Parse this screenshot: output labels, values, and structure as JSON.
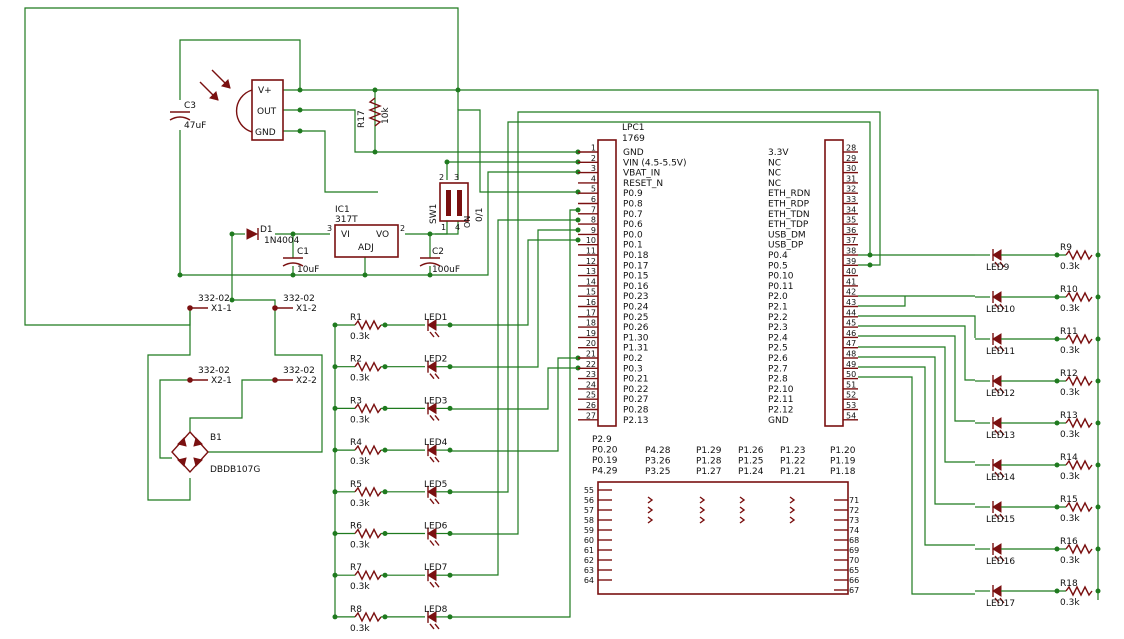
{
  "components": {
    "c3": {
      "name": "C3",
      "value": "47uF"
    },
    "r17": {
      "name": "R17",
      "value": "10k"
    },
    "sensor": {
      "pins": [
        "V+",
        "OUT",
        "GND"
      ]
    },
    "sw1": {
      "name": "SW1",
      "on_label": "ON",
      "label_01": "0/1",
      "pin_labels": [
        "2",
        "3",
        "1",
        "4"
      ]
    },
    "d1": {
      "name": "D1",
      "value": "1N4004"
    },
    "ic1": {
      "name": "IC1",
      "value": "317T",
      "pins": [
        "VI",
        "ADJ",
        "VO"
      ],
      "pin_numbers": [
        "3",
        "2"
      ]
    },
    "c1": {
      "name": "C1",
      "value": "10uF"
    },
    "c2": {
      "name": "C2",
      "value": "100uF"
    },
    "x1": {
      "left_part": "332-02",
      "left_name": "X1-1",
      "right_part": "332-02",
      "right_name": "X1-2"
    },
    "x2": {
      "left_part": "332-02",
      "left_name": "X2-1",
      "right_part": "332-02",
      "right_name": "X2-2"
    },
    "b1": {
      "name": "B1",
      "value": "DBDB107G"
    },
    "lpc": {
      "name": "LPC1",
      "model": "1769",
      "left_pins": [
        {
          "n": "1",
          "label": "GND"
        },
        {
          "n": "2",
          "label": "VIN (4.5-5.5V)"
        },
        {
          "n": "3",
          "label": "VBAT_IN"
        },
        {
          "n": "4",
          "label": "RESET_N"
        },
        {
          "n": "5",
          "label": "P0.9"
        },
        {
          "n": "6",
          "label": "P0.8"
        },
        {
          "n": "7",
          "label": "P0.7"
        },
        {
          "n": "8",
          "label": "P0.6"
        },
        {
          "n": "9",
          "label": "P0.0"
        },
        {
          "n": "10",
          "label": "P0.1"
        },
        {
          "n": "11",
          "label": "P0.18"
        },
        {
          "n": "12",
          "label": "P0.17"
        },
        {
          "n": "13",
          "label": "P0.15"
        },
        {
          "n": "14",
          "label": "P0.16"
        },
        {
          "n": "15",
          "label": "P0.23"
        },
        {
          "n": "16",
          "label": "P0.24"
        },
        {
          "n": "17",
          "label": "P0.25"
        },
        {
          "n": "18",
          "label": "P0.26"
        },
        {
          "n": "19",
          "label": "P1.30"
        },
        {
          "n": "20",
          "label": "P1.31"
        },
        {
          "n": "21",
          "label": "P0.2"
        },
        {
          "n": "22",
          "label": "P0.3"
        },
        {
          "n": "23",
          "label": "P0.21"
        },
        {
          "n": "24",
          "label": "P0.22"
        },
        {
          "n": "25",
          "label": "P0.27"
        },
        {
          "n": "26",
          "label": "P0.28"
        },
        {
          "n": "27",
          "label": "P2.13"
        }
      ],
      "right_pins": [
        {
          "n": "28",
          "label": "3.3V"
        },
        {
          "n": "29",
          "label": "NC"
        },
        {
          "n": "30",
          "label": "NC"
        },
        {
          "n": "31",
          "label": "NC"
        },
        {
          "n": "32",
          "label": "ETH_RDN"
        },
        {
          "n": "33",
          "label": "ETH_RDP"
        },
        {
          "n": "34",
          "label": "ETH_TDN"
        },
        {
          "n": "35",
          "label": "ETH_TDP"
        },
        {
          "n": "36",
          "label": "USB_DM"
        },
        {
          "n": "37",
          "label": "USB_DP"
        },
        {
          "n": "38",
          "label": "P0.4"
        },
        {
          "n": "39",
          "label": "P0.5"
        },
        {
          "n": "40",
          "label": "P0.10"
        },
        {
          "n": "41",
          "label": "P0.11"
        },
        {
          "n": "42",
          "label": "P2.0"
        },
        {
          "n": "43",
          "label": "P2.1"
        },
        {
          "n": "44",
          "label": "P2.2"
        },
        {
          "n": "45",
          "label": "P2.3"
        },
        {
          "n": "46",
          "label": "P2.4"
        },
        {
          "n": "47",
          "label": "P2.5"
        },
        {
          "n": "48",
          "label": "P2.6"
        },
        {
          "n": "49",
          "label": "P2.7"
        },
        {
          "n": "50",
          "label": "P2.8"
        },
        {
          "n": "51",
          "label": "P2.10"
        },
        {
          "n": "52",
          "label": "P2.11"
        },
        {
          "n": "53",
          "label": "P2.12"
        },
        {
          "n": "54",
          "label": "GND"
        }
      ],
      "bottom_headers": {
        "col1": [
          "P2.9",
          "P0.20",
          "P0.19",
          "P4.29"
        ],
        "col2": [
          "P4.28",
          "P3.26",
          "P3.25"
        ],
        "col3": [
          "P1.29",
          "P1.28",
          "P1.27"
        ],
        "col4": [
          "P1.26",
          "P1.25",
          "P1.24"
        ],
        "col5": [
          "P1.23",
          "P1.22",
          "P1.21"
        ],
        "col6": [
          "P1.20",
          "P1.19",
          "P1.18"
        ]
      },
      "bottom_left_pins": [
        "55",
        "56",
        "57",
        "58",
        "59",
        "60",
        "61",
        "62",
        "63",
        "64"
      ],
      "bottom_right_pins": [
        "71",
        "72",
        "73",
        "74",
        "68",
        "69",
        "70",
        "65",
        "66",
        "67"
      ]
    },
    "left_leds": [
      {
        "r": "R1",
        "rv": "0.3k",
        "led": "LED1"
      },
      {
        "r": "R2",
        "rv": "0.3k",
        "led": "LED2"
      },
      {
        "r": "R3",
        "rv": "0.3k",
        "led": "LED3"
      },
      {
        "r": "R4",
        "rv": "0.3k",
        "led": "LED4"
      },
      {
        "r": "R5",
        "rv": "0.3k",
        "led": "LED5"
      },
      {
        "r": "R6",
        "rv": "0.3k",
        "led": "LED6"
      },
      {
        "r": "R7",
        "rv": "0.3k",
        "led": "LED7"
      },
      {
        "r": "R8",
        "rv": "0.3k",
        "led": "LED8"
      }
    ],
    "right_leds": [
      {
        "r": "R9",
        "rv": "0.3k",
        "led": "LED9"
      },
      {
        "r": "R10",
        "rv": "0.3k",
        "led": "LED10"
      },
      {
        "r": "R11",
        "rv": "0.3k",
        "led": "LED11"
      },
      {
        "r": "R12",
        "rv": "0.3k",
        "led": "LED12"
      },
      {
        "r": "R13",
        "rv": "0.3k",
        "led": "LED13"
      },
      {
        "r": "R14",
        "rv": "0.3k",
        "led": "LED14"
      },
      {
        "r": "R15",
        "rv": "0.3k",
        "led": "LED15"
      },
      {
        "r": "R16",
        "rv": "0.3k",
        "led": "LED16"
      },
      {
        "r": "R18",
        "rv": "0.3k",
        "led": "LED17"
      }
    ]
  }
}
